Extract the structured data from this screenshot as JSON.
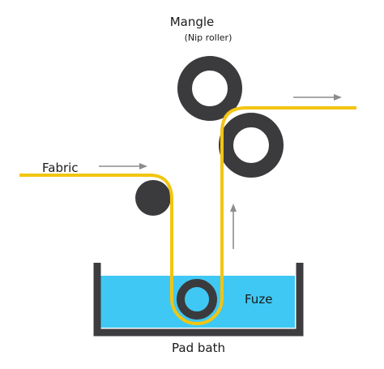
{
  "labels": {
    "mangle": "Mangle",
    "mangle_sub": "(Nip roller)",
    "fabric": "Fabric",
    "fuze": "Fuze",
    "pad_bath": "Pad bath"
  },
  "colors": {
    "fabric_line": "#f2c511",
    "roller": "#3b3b3d",
    "bath_liquid": "#40c8f4",
    "tank": "#3d3d3f",
    "arrow": "#8c8c8c",
    "text": "#1a1a1a"
  },
  "icons": {
    "flow_arrows": "arrow-icon"
  }
}
